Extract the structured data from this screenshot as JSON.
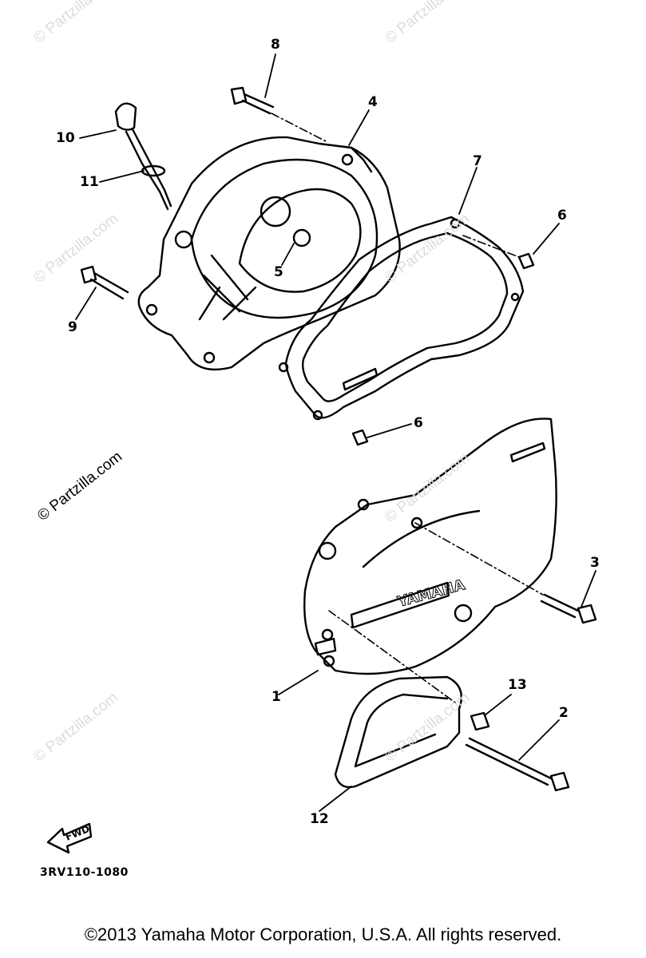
{
  "callouts": {
    "p1": "1",
    "p2": "2",
    "p3": "3",
    "p4": "4",
    "p5": "5",
    "p6a": "6",
    "p6b": "6",
    "p7": "7",
    "p8": "8",
    "p9": "9",
    "p10": "10",
    "p11": "11",
    "p12": "12",
    "p13": "13"
  },
  "cover_logo": "YAMAHA",
  "fwd_label": "FWD",
  "part_code": "3RV110-1080",
  "watermark": "© Partzilla.com",
  "copyright": "©2013  Yamaha Motor Corporation, U.S.A. All rights reserved."
}
